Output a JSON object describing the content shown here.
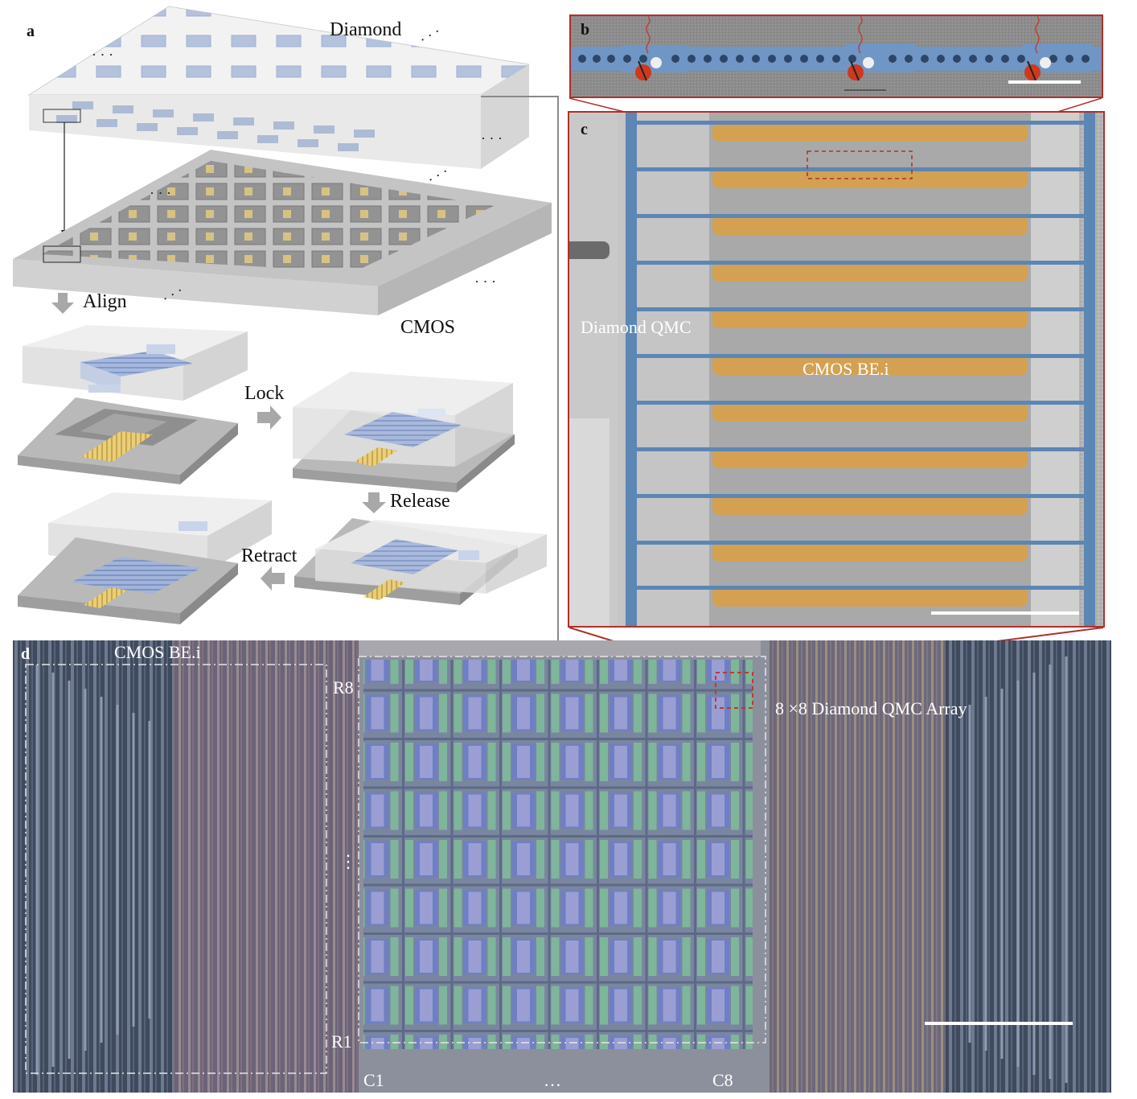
{
  "panel_a": {
    "letter": "a",
    "diamond_label": "Diamond",
    "cmos_label": "CMOS",
    "step_align": "Align",
    "step_lock": "Lock",
    "step_release": "Release",
    "step_retract": "Retract",
    "ellipsis": "..."
  },
  "panel_b": {
    "letter": "b"
  },
  "panel_c": {
    "letter": "c",
    "diamond_qmc_label": "Diamond QMC",
    "cmos_bei_label": "CMOS BE.i"
  },
  "panel_d": {
    "letter": "d",
    "cmos_bei_label": "CMOS BE.i",
    "array_label": "8 ×8 Diamond QMC Array",
    "row_top": "R8",
    "row_bottom": "R1",
    "row_ellipsis": "⋮",
    "col_left": "C1",
    "col_right": "C8",
    "col_ellipsis": "…"
  },
  "colors": {
    "diamond_blue": "#8ea6cf",
    "gold": "#e2aa50",
    "frame_red": "#b0302a",
    "sem_blue": "#5c86b4"
  }
}
